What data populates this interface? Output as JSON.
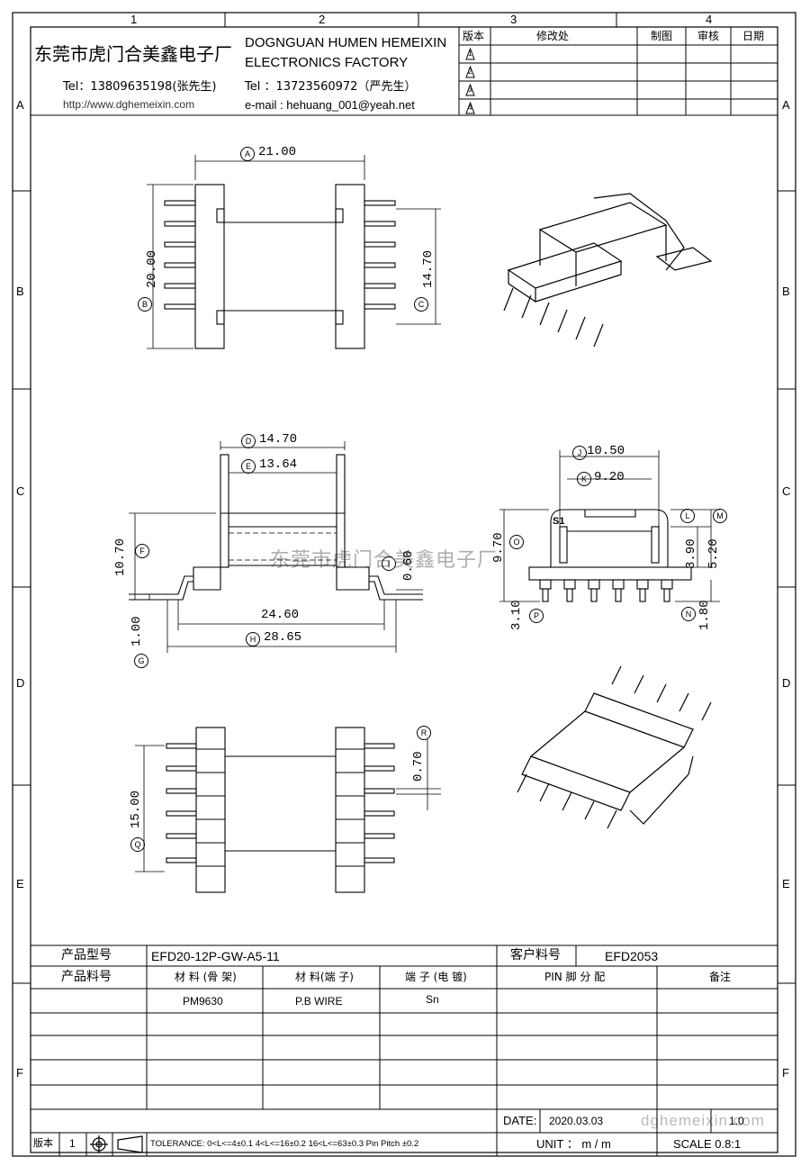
{
  "grid": {
    "columns": [
      "1",
      "2",
      "3",
      "4"
    ],
    "rows": [
      "A",
      "B",
      "C",
      "D",
      "E",
      "F"
    ]
  },
  "company": {
    "name_cn": "东莞市虎门合美鑫电子厂",
    "name_en_line1": "DOGNGUAN HUMEN HEMEIXIN",
    "name_en_line2": "ELECTRONICS FACTORY",
    "tel1": "Tel：13809635198(张先生)",
    "tel2": "Tel ：13723560972（严先生）",
    "website": "http://www.dghemeixin.com",
    "email": "e-mail : hehuang_001@yeah.net"
  },
  "revision_block": {
    "headers": [
      "版本",
      "修改处",
      "制图",
      "审核",
      "日期"
    ],
    "revisions": [
      "1",
      "2",
      "3",
      "4"
    ]
  },
  "dimensions": {
    "A": "21.00",
    "B": "20.00",
    "C": "14.70",
    "D": "14.70",
    "E": "13.64",
    "F": "10.70",
    "G": "1.00",
    "H": "28.65",
    "I": "0.60",
    "J": "10.50",
    "K": "9.20",
    "N": "1.80",
    "O": "9.70",
    "P": "3.10",
    "Q": "15.00",
    "R": "0.70",
    "overall_pin": "24.60",
    "d390": "3.90",
    "d520": "5.20"
  },
  "labels": [
    "A",
    "B",
    "C",
    "D",
    "E",
    "F",
    "G",
    "H",
    "I",
    "J",
    "K",
    "L",
    "M",
    "N",
    "O",
    "P",
    "Q",
    "R"
  ],
  "pin_mark": "S1",
  "watermark": "东莞市虎门合美鑫电子厂",
  "title_block": {
    "product_model_label": "产品型号",
    "product_model": "EFD20-12P-GW-A5-11",
    "customer_pn_label": "客户料号",
    "customer_pn": "EFD2053",
    "product_pn_label": "产品料号",
    "material_bobbin_label": "材 料 (骨 架)",
    "material_pin_label": "材 料(端 子)",
    "plating_label": "端 子 (电 镀)",
    "pin_assign_label": "PIN 脚 分 配",
    "remark_label": "备注",
    "material_bobbin": "PM9630",
    "material_pin": "P.B WIRE",
    "plating": "Sn",
    "date_label": "DATE:",
    "date": "2020.03.03",
    "page": "1.0",
    "unit": "UNIT ： m / m",
    "scale": "SCALE  0.8:1",
    "version_label": "版本",
    "version": "1",
    "tolerance": "TOLERANCE:  0<L<=4±0.1  4<L<=16±0.2  16<L<=63±0.3  Pin Pitch  ±0.2",
    "footer_watermark": "dghemeixin.com"
  }
}
